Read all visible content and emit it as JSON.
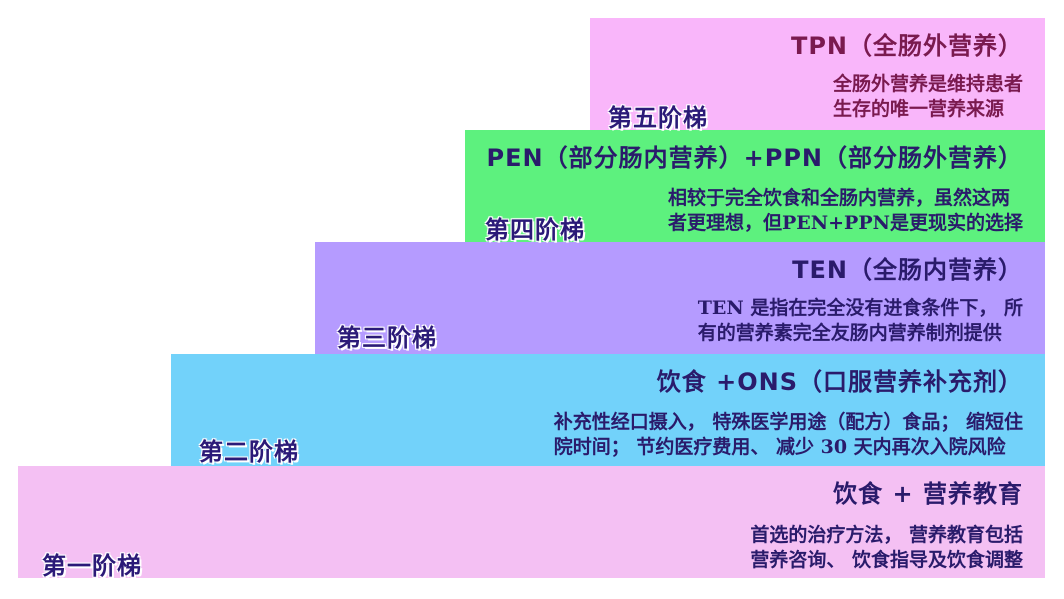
{
  "steps": [
    {
      "label": "第一阶梯",
      "title": "饮食 + 营养教育",
      "desc_lines": [
        "首选的治疗方法， 营养教育包括",
        "营养咨询、 饮食指导及饮食调整"
      ],
      "color": "#f4c0f3"
    },
    {
      "label": "第二阶梯",
      "title": "饮食 +ONS（口服营养补充剂）",
      "desc_lines": [
        "补充性经口摄入， 特殊医学用途（配方）食品； 缩短住",
        "院时间； 节约医疗费用、 减少 30 天内再次入院风险"
      ],
      "color": "#72d2fa"
    },
    {
      "label": "第三阶梯",
      "title": "TEN（全肠内营养）",
      "desc_lines": [
        "TEN 是指在完全没有进食条件下， 所",
        "有的营养素完全友肠内营养制剂提供"
      ],
      "color": "#b59bff"
    },
    {
      "label": "第四阶梯",
      "title": "PEN（部分肠内营养）+PPN（部分肠外营养）",
      "desc_lines": [
        "相较于完全饮食和全肠内营养，虽然这两",
        "者更理想，但PEN+PPN是更现实的选择"
      ],
      "color": "#5df17e"
    },
    {
      "label": "第五阶梯",
      "title": "TPN（全肠外营养）",
      "desc_lines": [
        "全肠外营养是维持患者",
        "生存的唯一营养来源"
      ],
      "color": "#f9b6fa"
    }
  ]
}
